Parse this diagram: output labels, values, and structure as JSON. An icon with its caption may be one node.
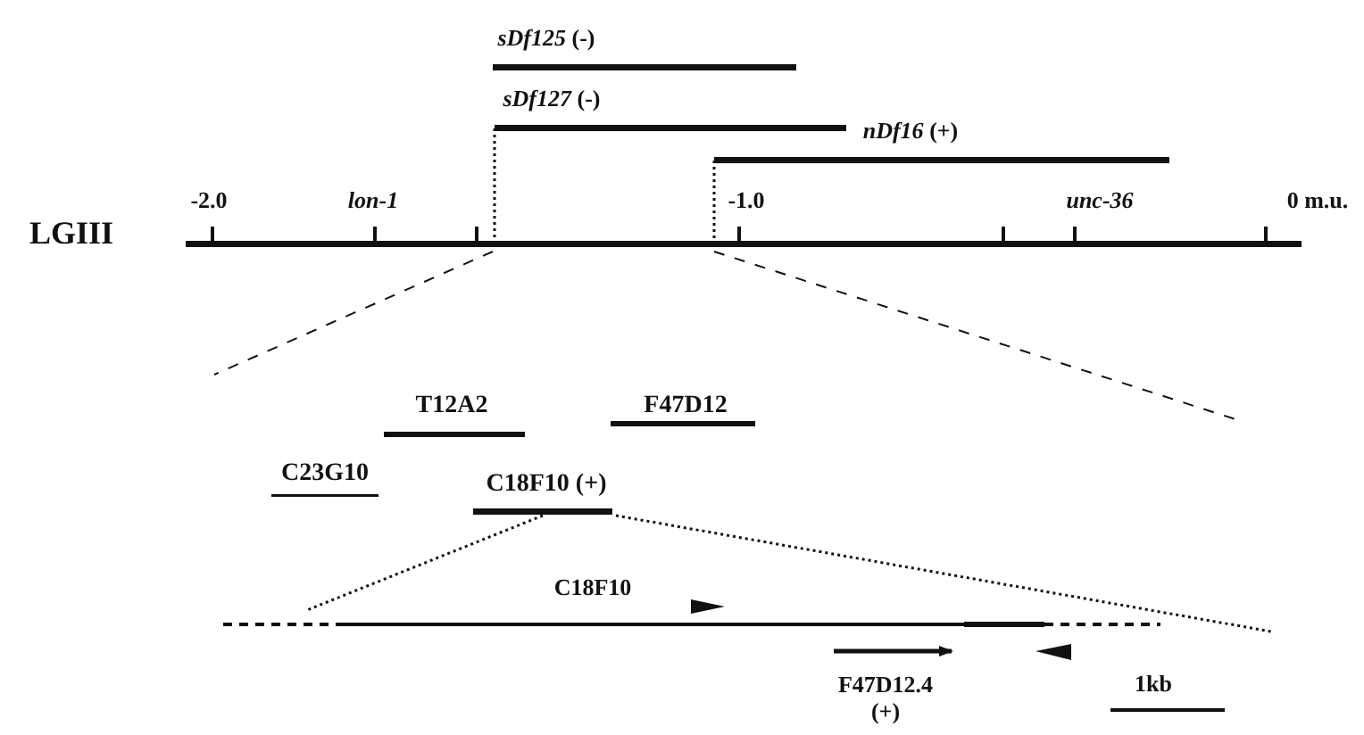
{
  "diagram": {
    "labels": [
      "*sDf125* (-)",
      "*sDf127* (-)",
      "*nDf16* (+)",
      "LGIII",
      "-2.0",
      "lon-1",
      "-1.0",
      "unc-36",
      "0 m.u.",
      "T12A2",
      "F47D12",
      "C23G10",
      "C18F10 (+)",
      "C18F10",
      "F47D12.4 (+)",
      "1kb"
    ]
  }
}
